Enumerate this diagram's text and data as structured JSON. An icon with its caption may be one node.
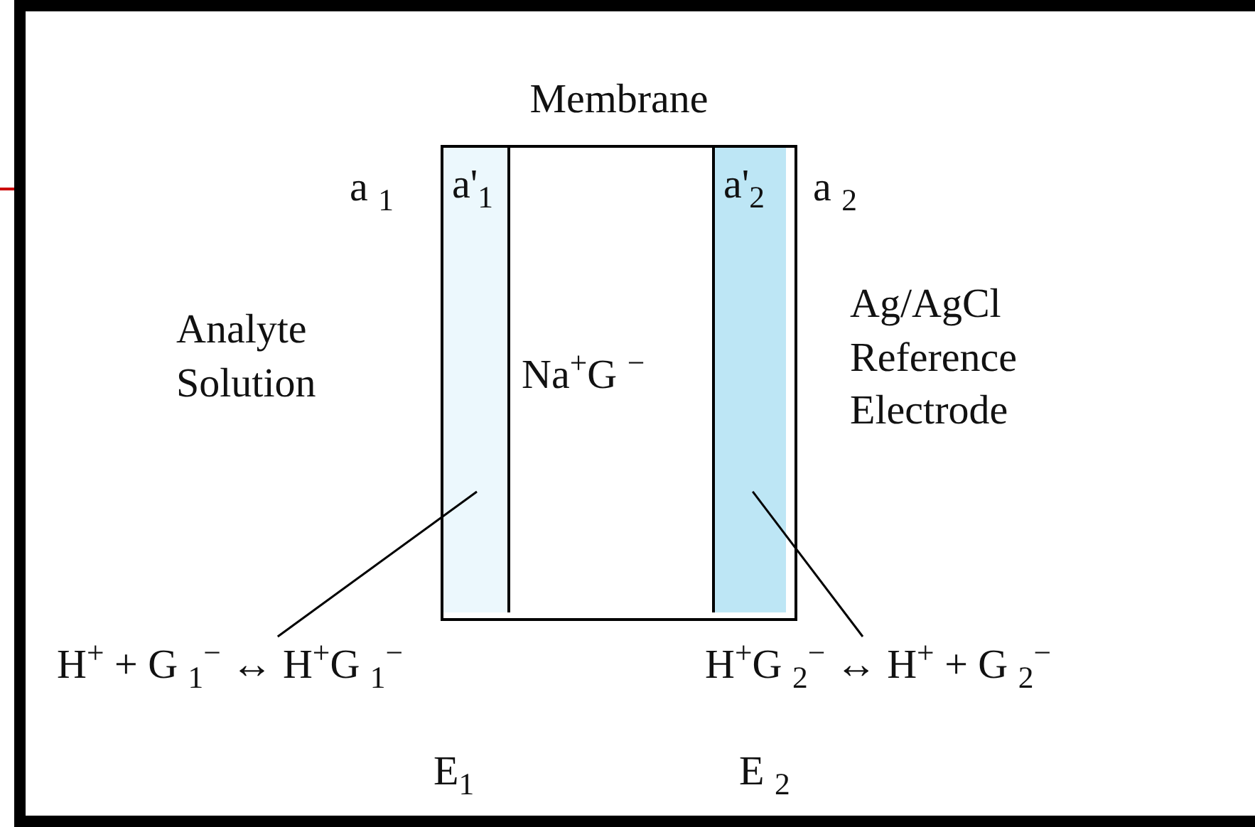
{
  "diagram": {
    "nodes": [
      {
        "text": [
          "Membrane"
        ]
      },
      {
        "text": [
          "a'$_{1}$"
        ],
        "in": 0
      },
      {
        "text": [
          "Na$^{+}$G $^{−}$"
        ],
        "in": 0
      },
      {
        "text": [
          "a'$_{2}$"
        ],
        "in": 0
      },
      {
        "text": [
          "H$^{+}$ + G $_{1}$$^{−}$ ↔ H$^{+}$G $_{1}$$^{−}$"
        ]
      },
      {
        "text": [
          "H$^{+}$G $_{2}$$^{−}$ ↔ H$^{+}$ + G $_{2}$$^{−}$"
        ]
      }
    ],
    "edges": [
      {
        "from": 4,
        "to": 1,
        "arrow": "none"
      },
      {
        "from": 5,
        "to": 3,
        "arrow": "none"
      }
    ],
    "labels": [
      "a $_{1}$",
      "a $_{2}$",
      "Analyte Solution",
      "Ag/AgCl Reference Electrode",
      "E$_{1}$",
      "E $_{2}$"
    ]
  }
}
